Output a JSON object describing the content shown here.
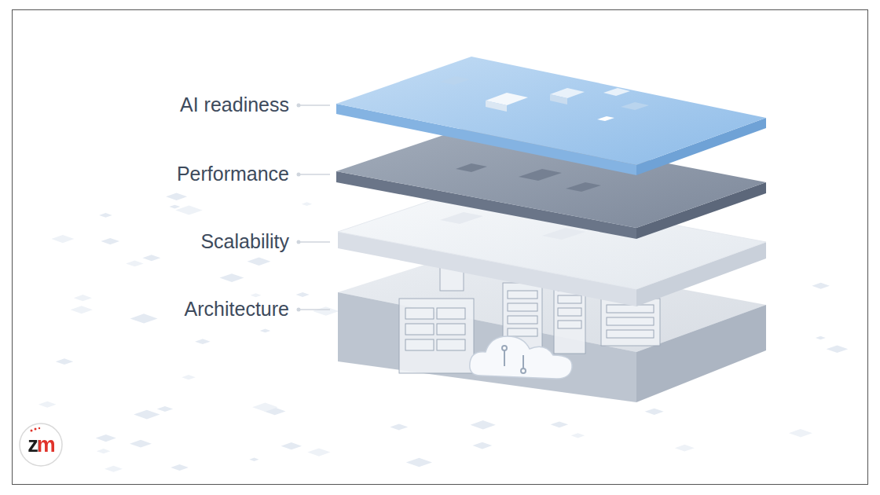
{
  "diagram": {
    "labels": [
      "AI readiness",
      "Performance",
      "Scalability",
      "Architecture",
      "zm"
    ]
  }
}
